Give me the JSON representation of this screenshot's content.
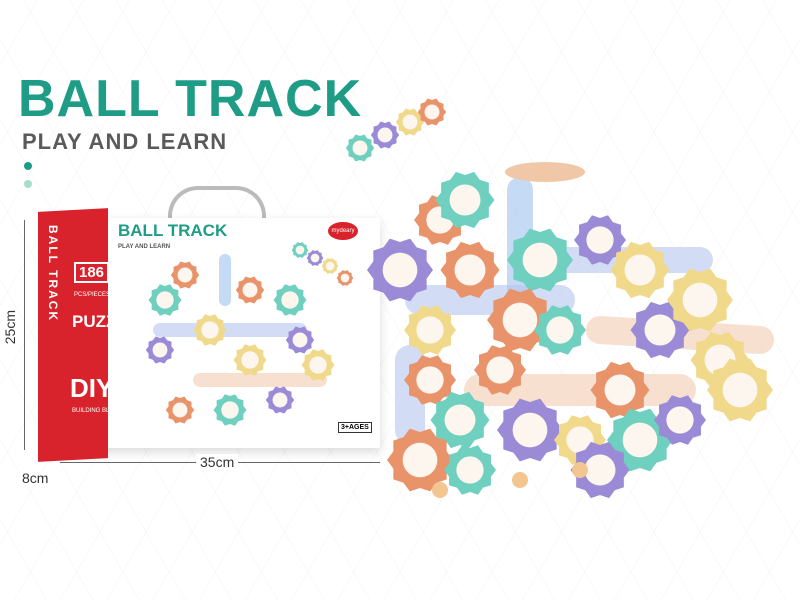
{
  "headline": {
    "title": "BALL TRACK",
    "subtitle": "PLAY AND LEARN"
  },
  "box": {
    "side_label": "BALL TRACK",
    "piece_count": "186",
    "piece_unit": "PCS/PIECES",
    "feature": "PUZZLE",
    "diy": "DIY",
    "diy_sub": "BUILDING BLOCK",
    "front_title": "BALL TRACK",
    "front_subtitle": "PLAY AND LEARN",
    "brand": "mydeary",
    "ages": "3+AGES"
  },
  "dimensions": {
    "height": "25cm",
    "width": "35cm",
    "depth": "8cm"
  },
  "colors": {
    "accent": "#1e9c86",
    "box_red": "#d9232c",
    "gear_orange": "#e8936a",
    "gear_teal": "#6fd0bf",
    "gear_purple": "#9b8ad6",
    "gear_yellow": "#f0d98a"
  }
}
